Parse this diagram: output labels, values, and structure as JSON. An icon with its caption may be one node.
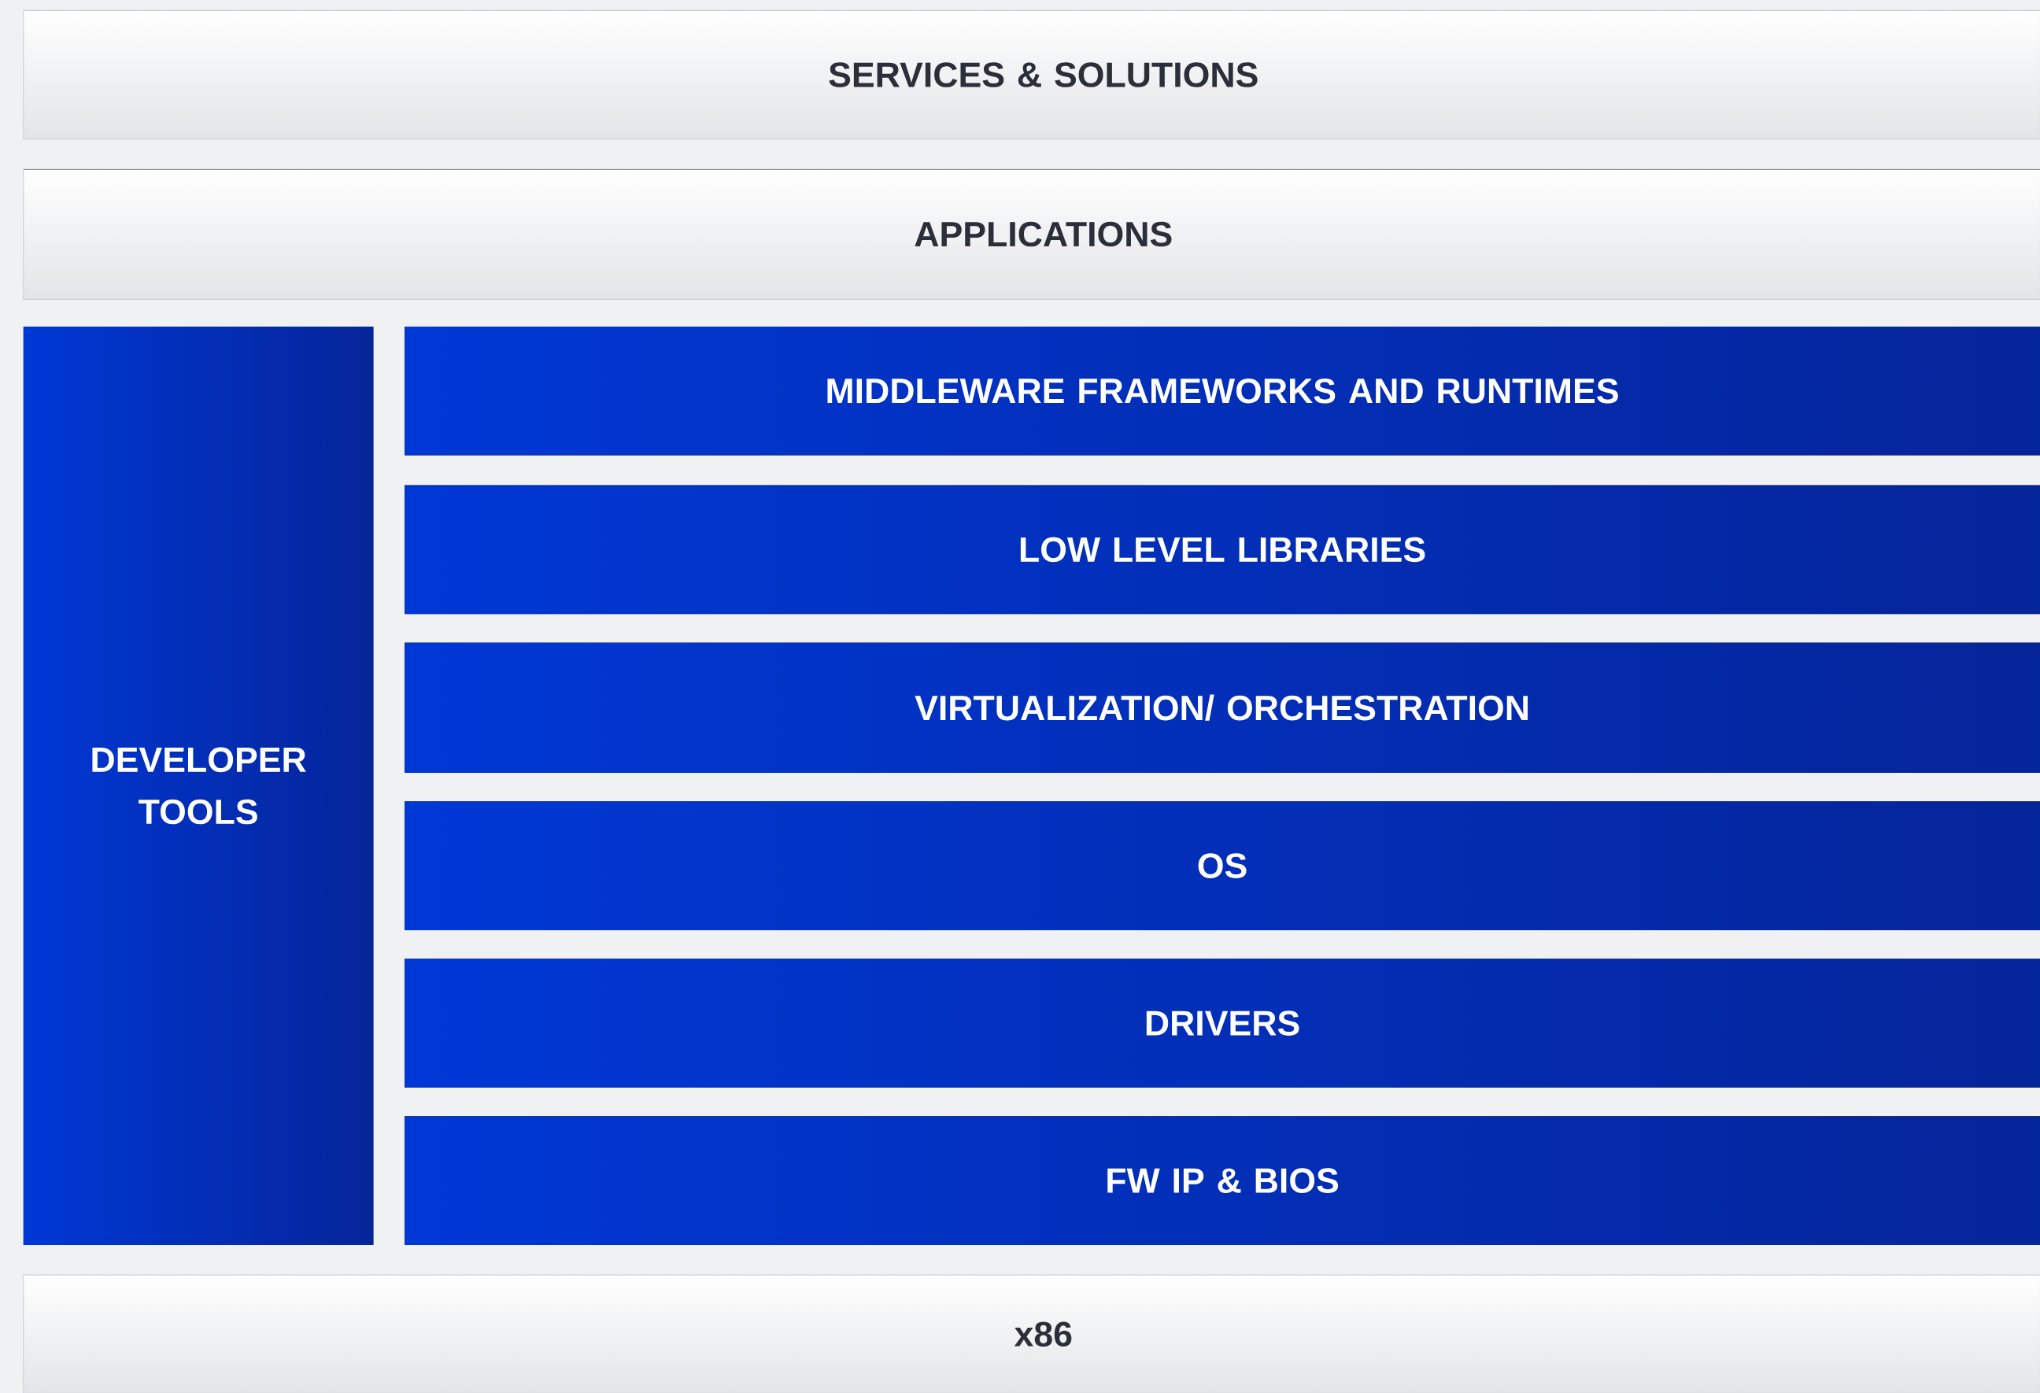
{
  "diagram": {
    "nodes": [
      {
        "text": [
          "SERVICES & SOLUTIONS"
        ]
      },
      {
        "text": [
          "APPLICATIONS"
        ]
      },
      {
        "text": [
          "DEVELOPER TOOLS"
        ]
      },
      {
        "text": [
          "MIDDLEWARE FRAMEWORKS AND RUNTIMES"
        ]
      },
      {
        "text": [
          "LOW LEVEL LIBRARIES"
        ]
      },
      {
        "text": [
          "VIRTUALIZATION/ ORCHESTRATION"
        ]
      },
      {
        "text": [
          "OS"
        ]
      },
      {
        "text": [
          "DRIVERS"
        ]
      },
      {
        "text": [
          "FW IP & BIOS"
        ]
      },
      {
        "text": [
          "x86"
        ]
      }
    ]
  }
}
